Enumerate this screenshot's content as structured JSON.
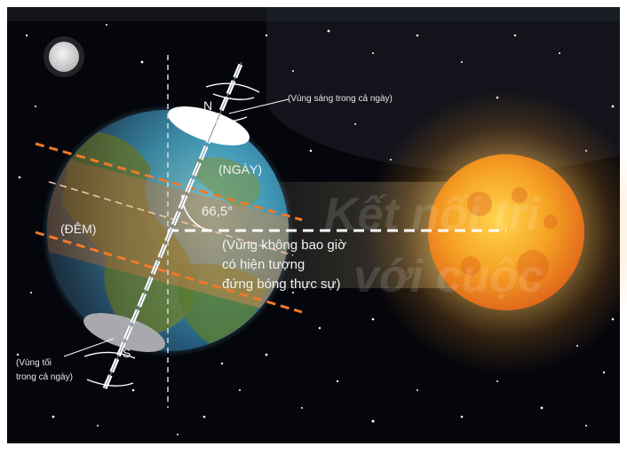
{
  "labels": {
    "north": "N",
    "south": "S",
    "day": "(NGÀY)",
    "night": "(ĐÊM)",
    "angle": "66,5°",
    "polar_day_note": "(Vùng sáng trong cả ngày)",
    "polar_night_note_line1": "(Vùng tối",
    "polar_night_note_line2": "trong cả ngày)",
    "zone_note_line1": "(Vùng không bao giờ",
    "zone_note_line2": "có hiện tượng",
    "zone_note_line3": "đứng bóng thực sự)"
  },
  "watermark": {
    "line1": "Kết nối tri",
    "line2": "với cuộc"
  },
  "colors": {
    "space": "#05060c",
    "sun": "#f5a21e",
    "ocean": "#2f8fb8",
    "tropic_band": "#ee7a2a",
    "axis": "#ffffff"
  }
}
